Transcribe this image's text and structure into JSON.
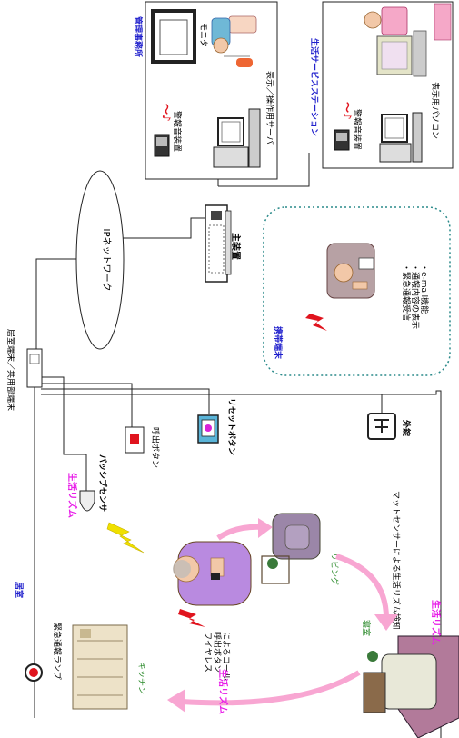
{
  "labels": {
    "kanri": "管理事務所",
    "monitor": "モニタ",
    "keihou1": "警報音装置",
    "server": "表示／操作用サーバ",
    "seikatsu_station": "生活サービスステーション",
    "keihou2": "警報音装置",
    "pc": "表示用パソコン",
    "ip": "IPネットワーク",
    "shusouchi": "主装置",
    "keitai": "携帯端末",
    "keitai_items": [
      "・緊急通報受信",
      "・通報内容の表示",
      "・e-mail機能"
    ],
    "kyoshitsu_tanmatsu": "居室端末／共用部端末",
    "reset": "リセットボタン",
    "yobidashi": "呼出ボタン",
    "lock": "外錠",
    "passive": "パッシブセンサ",
    "rhythm1": "生活リズム",
    "kyoshitsu": "居室",
    "lamp": "緊急通報ランプ",
    "kitchen": "キッチン",
    "wireless": [
      "ワイヤレス",
      "呼出ボタン",
      "によるコール"
    ],
    "living": "リビング",
    "shinshitsu": "寝室",
    "mat": "マットセンサーによる生活リズム検知",
    "rhythm2": "生活リズム",
    "rhythm3": "生活リズム"
  },
  "colors": {
    "blue_label": "#1f1fcc",
    "magenta_label": "#e81ee8",
    "pink_arrow": "#f8a6d2",
    "teal_dots": "#2a8a8a",
    "green_label": "#2a8a2a",
    "lightning_red": "#e0141e",
    "lightning_yellow": "#f0e000"
  }
}
